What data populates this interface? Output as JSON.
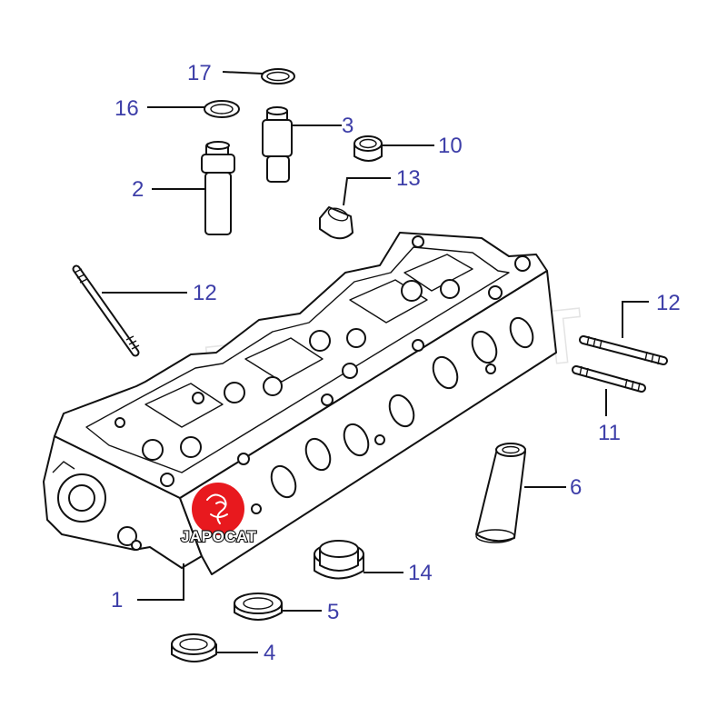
{
  "labels": {
    "l1": "1",
    "l2": "2",
    "l3": "3",
    "l4": "4",
    "l5": "5",
    "l6": "6",
    "l10": "10",
    "l11": "11",
    "l12a": "12",
    "l12b": "12",
    "l13": "13",
    "l14": "14",
    "l16": "16",
    "l17": "17"
  },
  "logo": {
    "text": "JAPOCAT",
    "color": "#e8191e"
  },
  "watermark": {
    "text": "JAPOCAT"
  },
  "colors": {
    "label": "#3d3ea8",
    "line": "#111111"
  }
}
